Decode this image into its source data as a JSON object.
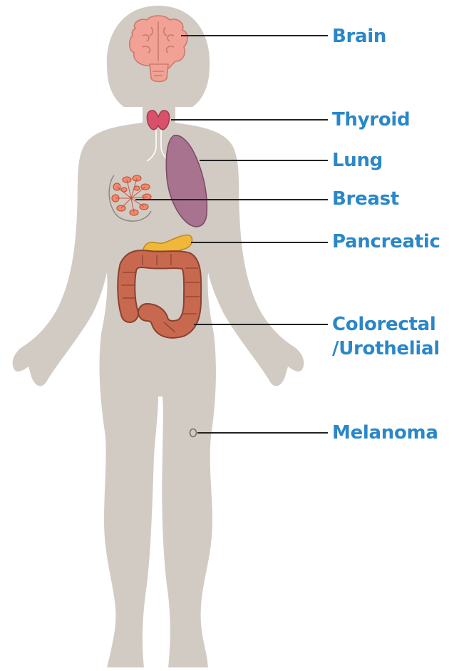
{
  "colors": {
    "body": "#d2cbc3",
    "label": "#2a87c8",
    "leader": "#222222",
    "brain": "#f2a295",
    "thyroid": "#d9506a",
    "lung": "#a8738e",
    "breast": "#f08a6e",
    "pancreas": "#efb838",
    "colon": "#c8694f"
  },
  "organs": [
    {
      "id": "brain",
      "label": "Brain",
      "icon": "brain-icon"
    },
    {
      "id": "thyroid",
      "label": "Thyroid",
      "icon": "thyroid-icon"
    },
    {
      "id": "lung",
      "label": "Lung",
      "icon": "lung-icon"
    },
    {
      "id": "breast",
      "label": "Breast",
      "icon": "breast-icon"
    },
    {
      "id": "pancreas",
      "label": "Pancreatic",
      "icon": "pancreas-icon"
    },
    {
      "id": "colon",
      "label": "Colorectal",
      "label2": "/Urothelial",
      "icon": "colon-icon"
    },
    {
      "id": "skin",
      "label": "Melanoma",
      "icon": "mole-icon"
    }
  ]
}
